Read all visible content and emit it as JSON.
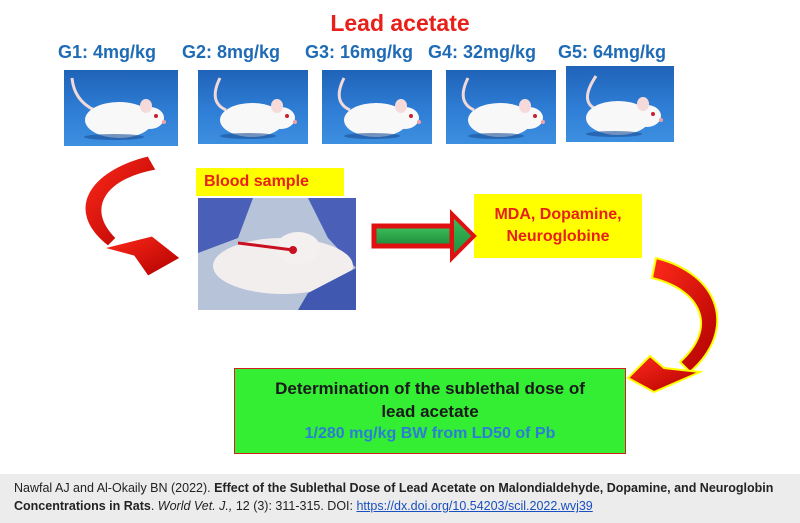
{
  "title": "Lead acetate",
  "groups": [
    {
      "label": "G1: 4mg/kg"
    },
    {
      "label": "G2:  8mg/kg"
    },
    {
      "label": "G3: 16mg/kg"
    },
    {
      "label": "G4: 32mg/kg"
    },
    {
      "label": "G5: 64mg/kg"
    }
  ],
  "blood_sample": "Blood sample",
  "mda_box": {
    "line1": "MDA, Dopamine,",
    "line2": "Neuroglobine"
  },
  "determination": {
    "line1": "Determination of the sublethal dose of",
    "line2": "lead acetate",
    "dose": "1/280 mg/kg BW from LD50 of Pb"
  },
  "citation": {
    "authors": "Nawfal AJ and Al-Okaily BN (2022). ",
    "title": "Effect of the Sublethal Dose of Lead Acetate on Malondialdehyde, Dopamine, and Neuroglobin Concentrations in Rats",
    "sep": ". ",
    "journal": "World Vet. J.,",
    "details": " 12 (3): 311-315. DOI: ",
    "doi": "https://dx.doi.org/10.54203/scil.2022.wvj39"
  },
  "colors": {
    "title": "#e8201a",
    "group_label": "#1f6bb5",
    "highlight_yellow": "#ffff00",
    "result_green": "#33ee33",
    "arrow_red": "#e01010",
    "arrow_green": "#2ea84a"
  }
}
